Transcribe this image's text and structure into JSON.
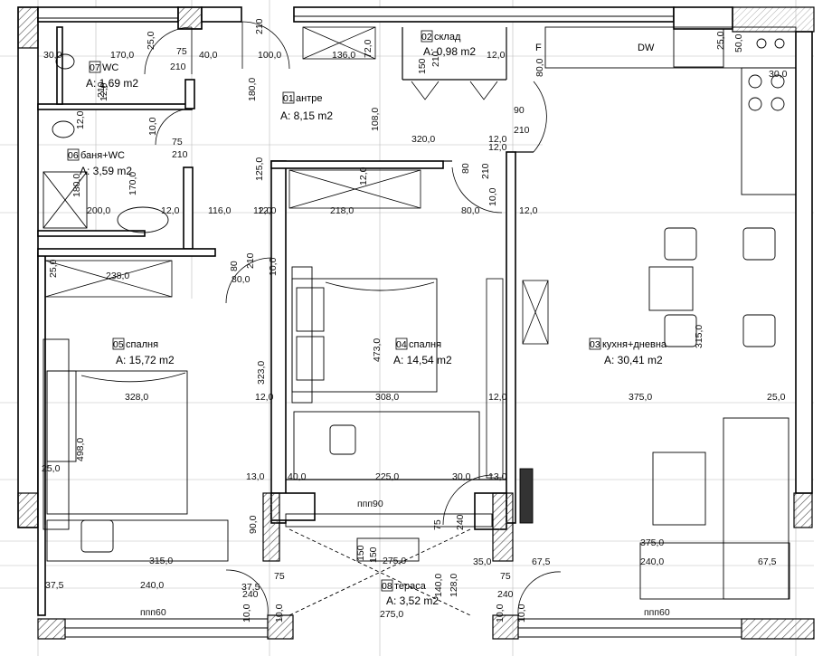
{
  "rooms": [
    {
      "num": "01",
      "name": "антре",
      "area": "A: 8,15 m2"
    },
    {
      "num": "02",
      "name": "склад",
      "area": "A: 0,98 m2"
    },
    {
      "num": "03",
      "name": "кухня+дневна",
      "area": "A: 30,41 m2"
    },
    {
      "num": "04",
      "name": "спалня",
      "area": "A: 14,54 m2"
    },
    {
      "num": "05",
      "name": "спалня",
      "area": "A: 15,72 m2"
    },
    {
      "num": "06",
      "name": "баня+WC",
      "area": "A: 3,59 m2"
    },
    {
      "num": "07",
      "name": "WC",
      "area": "A: 1,69 m2"
    },
    {
      "num": "08",
      "name": "тераса",
      "area": "A: 3,52 m2"
    }
  ],
  "labels": {
    "dw": "DW",
    "f": "F",
    "ppp60_left": "ппп60",
    "ppp60_right": "ппп60",
    "ppp90": "ппп90"
  },
  "dims": [
    "30,0",
    "170,0",
    "25,0",
    "75",
    "40,0",
    "210",
    "100,0",
    "210",
    "136,0",
    "72,0",
    "150",
    "210",
    "12,0",
    "80,0",
    "25,0",
    "50,0",
    "210",
    "30,0",
    "12,0",
    "180,0",
    "108,0",
    "90",
    "210",
    "12,0",
    "10,0",
    "75",
    "210",
    "320,0",
    "12,0",
    "12,0",
    "180,0",
    "170,0",
    "125,0",
    "12,0",
    "80",
    "210",
    "12,0",
    "10,0",
    "200,0",
    "12,0",
    "116,0",
    "12,0",
    "218,0",
    "80,0",
    "12,0",
    "25,0",
    "238,0",
    "80",
    "210",
    "80,0",
    "10,0",
    "473,0",
    "315,0",
    "323,0",
    "328,0",
    "12,0",
    "308,0",
    "12,0",
    "375,0",
    "25,0",
    "498,0",
    "25,0",
    "13,0",
    "40,0",
    "225,0",
    "30,0",
    "13,0",
    "90,0",
    "75",
    "240",
    "375,0",
    "315,0",
    "150",
    "275,0",
    "35,0",
    "67,5",
    "150",
    "240,0",
    "67,5",
    "37,5",
    "240,0",
    "75",
    "37,5",
    "240",
    "140,0",
    "128,0",
    "75",
    "240",
    "10,0",
    "275,0",
    "10,0",
    "10,0",
    "10,0"
  ]
}
